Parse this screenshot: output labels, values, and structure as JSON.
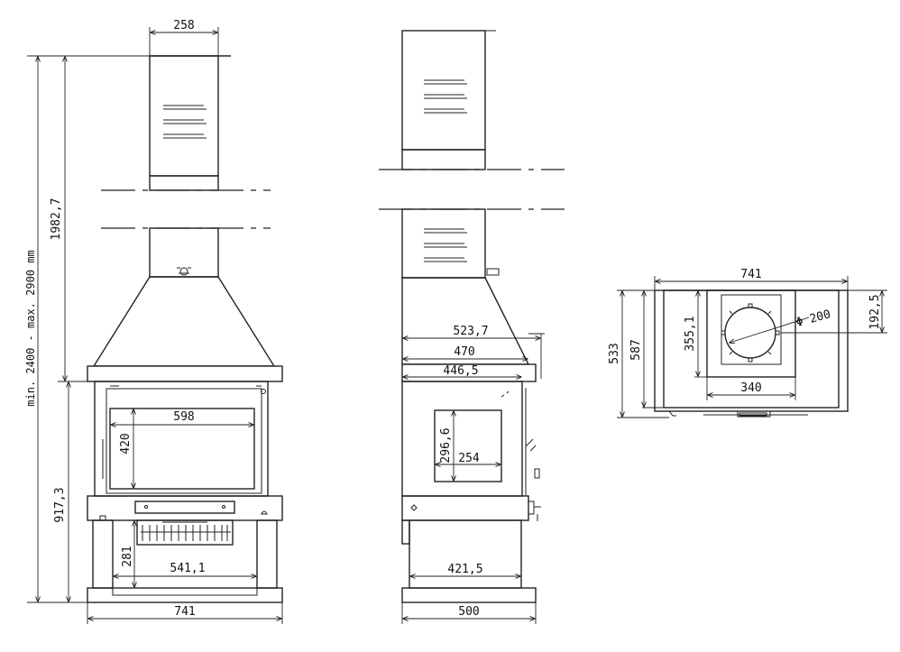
{
  "front_view": {
    "chimney_width": "258",
    "hood_height": "1982,7",
    "total_height_range": "min. 2400 - max. 2900 mm",
    "body_height": "917,3",
    "glass_width": "598",
    "glass_height": "420",
    "leg_height": "281",
    "inner_width": "541,1",
    "base_width": "741"
  },
  "side_view": {
    "hood_depth": "523,7",
    "top_depth": "470",
    "body_depth": "446,5",
    "window_height": "296,6",
    "window_width": "254",
    "leg_depth": "421,5",
    "base_depth": "500"
  },
  "top_view": {
    "width": "741",
    "flue_diameter": "Φ 200",
    "flue_offset": "192,5",
    "inner_depth": "355,1",
    "inner_width": "340",
    "total_depth": "533",
    "frame_depth": "587"
  }
}
